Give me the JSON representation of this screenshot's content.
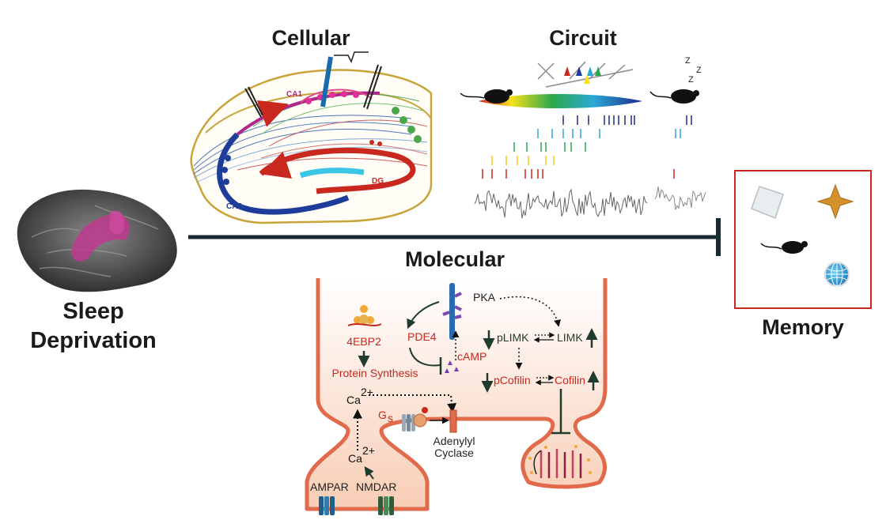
{
  "left": {
    "line1": "Sleep",
    "line2": "Deprivation"
  },
  "panels": {
    "cellular": "Cellular",
    "circuit": "Circuit",
    "molecular": "Molecular",
    "memory": "Memory"
  },
  "hippocampus": {
    "ca1": "CA1",
    "ca3": "CA3",
    "dg": "DG"
  },
  "sleep_z": [
    "Z",
    "Z",
    "Z"
  ],
  "molecular": {
    "pka": "PKA",
    "pde4": "PDE4",
    "camp": "cAMP",
    "ebp2": "4EBP2",
    "protein_synthesis": "Protein Synthesis",
    "plimk": "pLIMK",
    "limk": "LIMK",
    "pcofilin": "pCofilin",
    "cofilin": "Cofilin",
    "ca_upper": "Ca",
    "ca_lower": "Ca",
    "two_plus": "2+",
    "gs": "G",
    "gs_sub": "s",
    "adenylyl": "Adenylyl",
    "cyclase": "Cyclase",
    "ampar": "AMPAR",
    "nmdar": "NMDAR"
  },
  "colors": {
    "border_red": "#c8281e",
    "spine_fill": "#fbe3d6",
    "spine_stroke": "#e06a4a",
    "ca1_magenta": "#b0268c",
    "ca3_blue": "#1e3c9a",
    "dg_red": "#c8281e"
  },
  "icons": [
    "brain-icon",
    "mouse-icon",
    "sleeping-mouse-icon",
    "paper-icon",
    "star-icon",
    "mouse-memory-icon",
    "globe-icon",
    "electrode-icon"
  ]
}
